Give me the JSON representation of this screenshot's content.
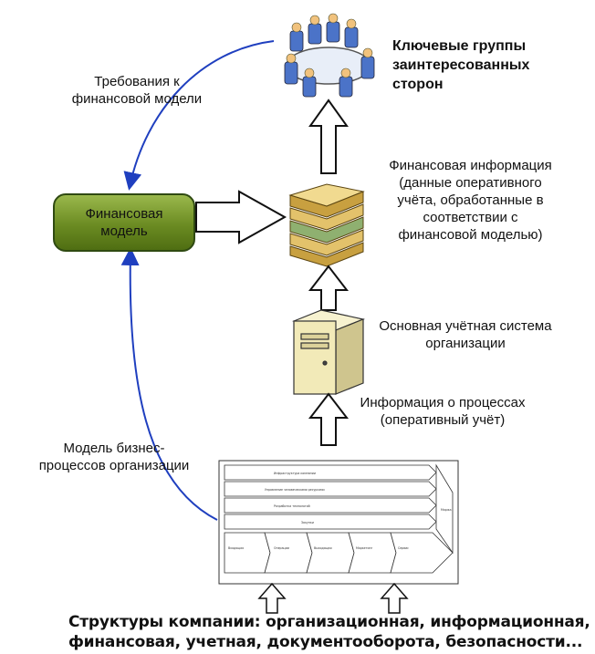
{
  "stakeholders": {
    "lines": [
      "Ключевые группы",
      "заинтересованных",
      "сторон"
    ]
  },
  "requirements": {
    "lines": [
      "Требования к",
      "финансовой модели"
    ]
  },
  "model_box": {
    "lines": [
      "Финансовая",
      "модель"
    ]
  },
  "financial_info": {
    "lines": [
      "Финансовая информация",
      "(данные оперативного",
      "учёта, обработанные в",
      "соответствии с",
      "финансовой моделью)"
    ]
  },
  "accounting_system": {
    "lines": [
      "Основная учётная система",
      "организации"
    ]
  },
  "process_info": {
    "lines": [
      "Информация о процессах",
      "(оперативный учёт)"
    ]
  },
  "business_model": {
    "lines": [
      "Модель бизнес-",
      "процессов организации"
    ]
  },
  "bottom": {
    "lines": [
      "Структуры компании: организационная, информационная,",
      "финансовая, учетная, документооборота, безопасности..."
    ]
  },
  "colors": {
    "curve": "#1f3fbf",
    "model_fill": "#7a9a2e",
    "books": "#e3c26b",
    "server": "#f2eab8"
  },
  "icons": [
    "meeting-group-icon",
    "document-stack-icon",
    "server-icon",
    "value-chain-diagram-icon"
  ]
}
